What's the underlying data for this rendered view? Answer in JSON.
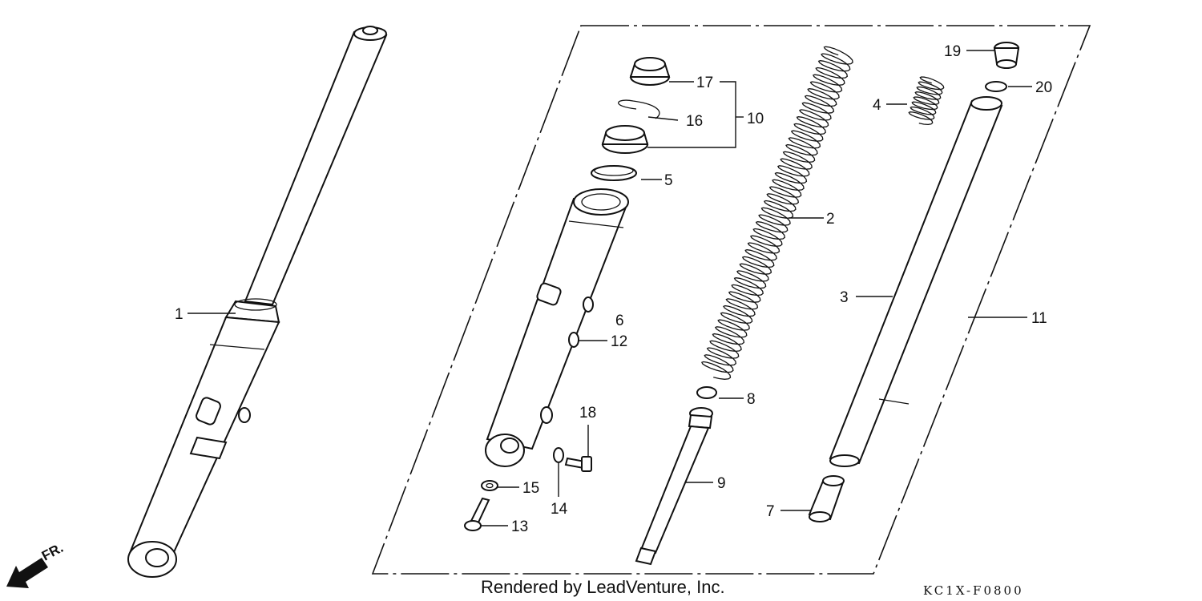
{
  "labels": {
    "p1": "1",
    "p2": "2",
    "p3": "3",
    "p4": "4",
    "p5": "5",
    "p6": "6",
    "p7": "7",
    "p8": "8",
    "p9": "9",
    "p10": "10",
    "p11": "11",
    "p12": "12",
    "p13": "13",
    "p14": "14",
    "p15": "15",
    "p16": "16",
    "p17": "17",
    "p18": "18",
    "p19": "19",
    "p20": "20"
  },
  "footer": {
    "credit": "Rendered by LeadVenture, Inc.",
    "code": "KC1X-F0800"
  },
  "direction": {
    "label": "FR.",
    "icon": "front-arrow-icon"
  }
}
